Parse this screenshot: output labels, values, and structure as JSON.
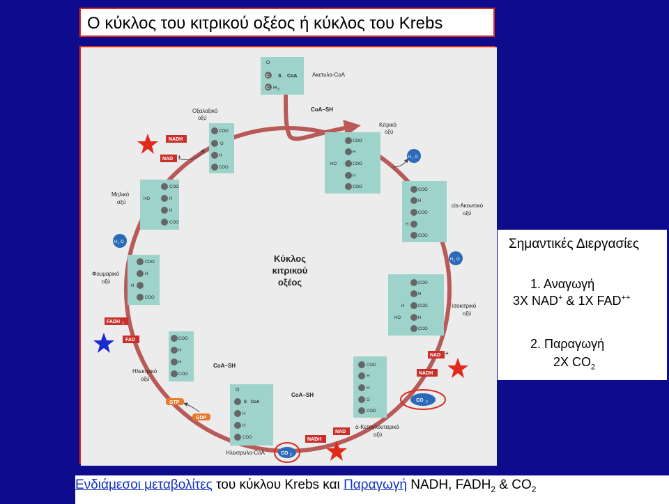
{
  "slide": {
    "title": "Ο κύκλος του κιτρικού οξέος ή κύκλος του Krebs"
  },
  "diagram": {
    "center_label": [
      "Κύκλος",
      "κιτρικού",
      "οξέος"
    ],
    "metabolites": {
      "acetyl_coa": "Ακετυλο-CoA",
      "oxaloacetic": [
        "Οξαλοξικό",
        "οξύ"
      ],
      "citric": [
        "Κιτρικό",
        "οξύ"
      ],
      "cis_aconitic": [
        "cis-Ακονιτικό",
        "οξύ"
      ],
      "isocitric": [
        "Ισοκιτρικό",
        "οξύ"
      ],
      "alpha_ketoglutaric": [
        "α-Κετογλουταρικό",
        "οξύ"
      ],
      "succinyl_coa": "Ηλεκτρυλο-CoA",
      "succinic": [
        "Ηλεκτρικό",
        "οξύ"
      ],
      "fumaric": [
        "Φουμαρικό",
        "οξύ"
      ],
      "malic": [
        "Μηλικό",
        "οξύ"
      ]
    },
    "cofactors": {
      "coa_sh": "CoA–SH",
      "nad": "NAD",
      "nadh": "NADH",
      "fad": "FAD",
      "fadh2": "FADH",
      "gtp": "GTP",
      "gdp": "GDP",
      "co2": "CO",
      "h2o": "H",
      "h2o_o": "O",
      "sub2": "2",
      "plus": "+"
    },
    "atoms": {
      "c": "C",
      "o": "O",
      "h": "H",
      "h2": "H",
      "h3": "H",
      "ho": "HO",
      "s": "S",
      "coa": "CoA",
      "coo": "COO",
      "minus": "–",
      "sub2": "2",
      "sub3": "3"
    }
  },
  "processes": {
    "title": "Σημαντικές Διεργασίες",
    "reduction_label": "1. Αναγωγή",
    "reduction_detail": {
      "nad": "3X NAD",
      "nad_sup": "+",
      "amp": " & 1X FAD",
      "fad_sup": "++"
    },
    "production_label": "2. Παραγωγή",
    "production_detail": {
      "co": "2X CO",
      "sub": "2"
    }
  },
  "footer": {
    "part1": "Ενδιάμεσοι μεταβολίτες",
    "part2": " του κύκλου Krebs και ",
    "part3": "Παραγωγή",
    "part4": " NADH, FADH",
    "sub": "2",
    "part5": " & CO",
    "sub2": "2"
  },
  "colors": {
    "background": "#0f0b8d",
    "border": "#d92b1b",
    "cycle": "#b85a58",
    "structure_box": "#9ed3cc",
    "cofactor_red": "#c9302c",
    "gtp_orange": "#e77a2a",
    "star_red": "#e02a1a",
    "star_blue": "#1a2bd0",
    "water_blue": "#2a6ab8"
  }
}
